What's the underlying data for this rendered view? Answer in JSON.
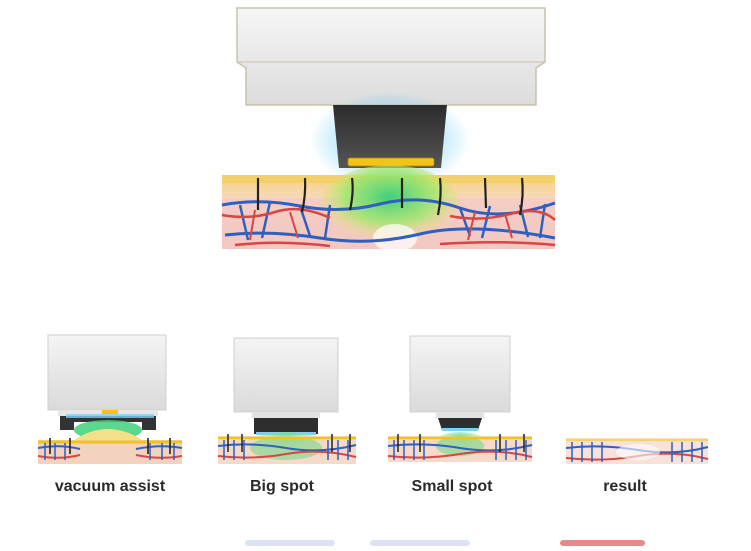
{
  "captions": {
    "vacuum": "vacuum assist",
    "big": "Big spot",
    "small": "Small spot",
    "result": "result"
  },
  "colors": {
    "handpiece": "#ececec",
    "handpiece_edge": "#c9c2a8",
    "head": "#3c3c3c",
    "glow": "#4fc3f7",
    "light": "#4bd38a",
    "lamp": "#f0c419",
    "epidermis": "#f3c6b4",
    "fat": "#f6dc7a",
    "vein_blue": "#2f5fbf",
    "vein_red": "#d84545",
    "hair": "#222222"
  },
  "icons": {
    "handpiece": "ipl-handpiece-icon",
    "skin": "skin-cross-section-icon"
  }
}
